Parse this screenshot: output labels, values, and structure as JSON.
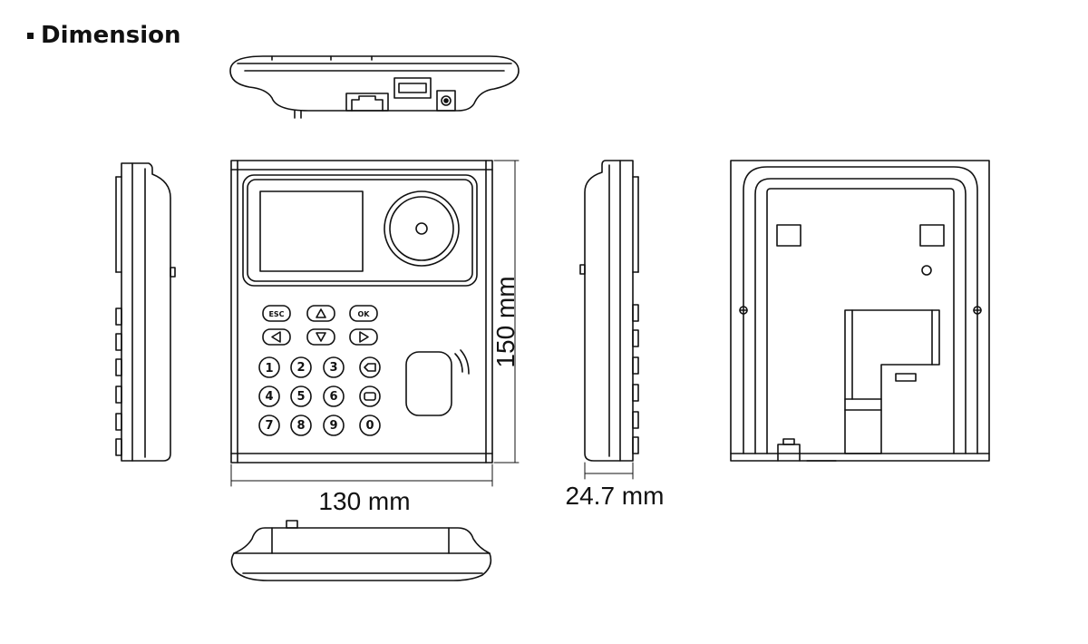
{
  "title": "Dimension",
  "dimensions": {
    "width": "130 mm",
    "height": "150 mm",
    "depth": "24.7 mm"
  },
  "keypad": {
    "function_keys": [
      "ESC",
      "OK"
    ],
    "numbers": [
      "1",
      "2",
      "3",
      "4",
      "5",
      "6",
      "7",
      "8",
      "9",
      "0"
    ]
  },
  "colors": {
    "line": "#111111",
    "background": "#ffffff"
  }
}
